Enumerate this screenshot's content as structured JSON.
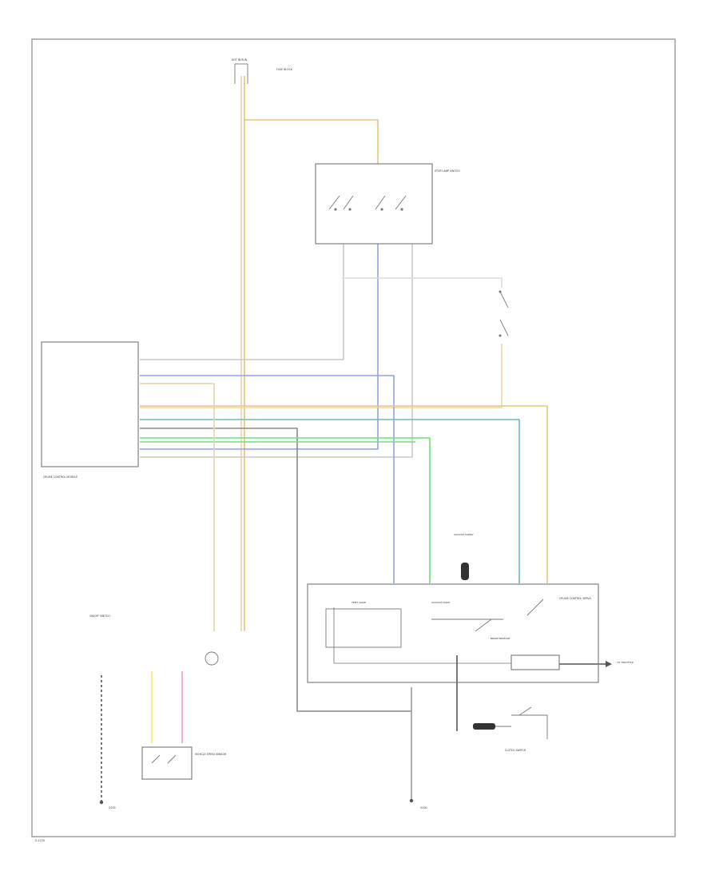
{
  "colors": {
    "orange": "#f0c27a",
    "tan": "#e2d5ad",
    "gray": "#a3a3a3",
    "light_gray": "#c9c9c9",
    "blue": "#8ea3ea",
    "dark_blue": "#4f67d6",
    "green": "#6fe07a",
    "teal": "#6bb7bd",
    "yellow": "#f3ec63",
    "pink": "#f59ad0",
    "black": "#444444"
  },
  "labels": {
    "fuse_top": "HOT IN RUN",
    "fuse_name": "FUSE BLOCK",
    "brake_switch": "STOP LAMP SWITCH",
    "module": "CRUISE CONTROL MODULE",
    "clutch_switch": "CLUTCH SWITCH",
    "servo": "CRUISE CONTROL SERVO",
    "brake_release": "BRAKE RELEASE",
    "vent_valve": "VENT VALVE",
    "vacuum_valve": "VACUUM VALVE",
    "vacuum_supply": "VACUUM SUPPLY",
    "to_throttle": "TO THROTTLE",
    "ground_left": "G100",
    "ground_right": "G100",
    "speed_sensor": "VEHICLE SPEED SENSOR",
    "on_off_switch": "ON/OFF SWITCH",
    "footer_code": "G-1234"
  }
}
